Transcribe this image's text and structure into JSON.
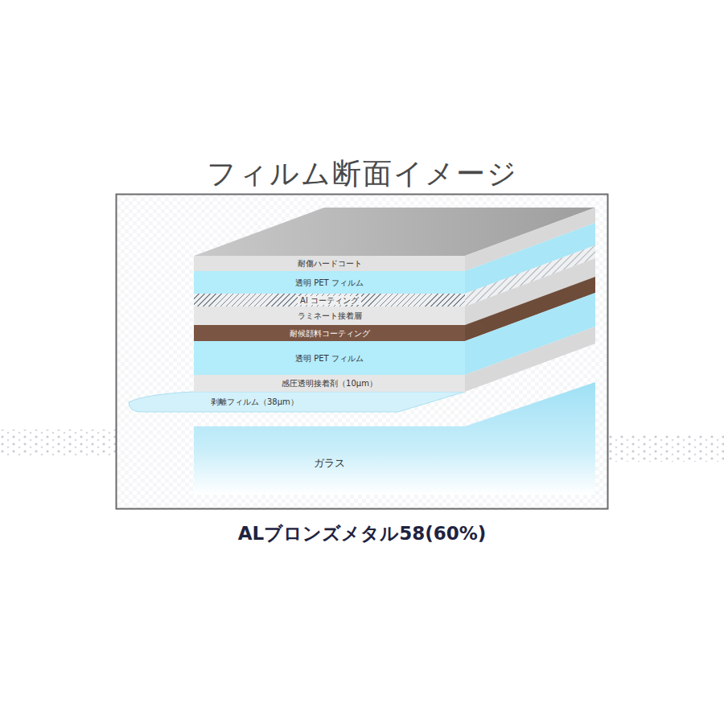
{
  "diagram": {
    "title": "フィルム断面イメージ",
    "caption": "ALブロンズメタル58(60%)",
    "nodes": [
      {
        "text": [
          "耐傷ハードコート"
        ]
      },
      {
        "text": [
          "透明 PET フィルム"
        ]
      },
      {
        "text": [
          "Al コーティング"
        ]
      },
      {
        "text": [
          "ラミネート接着層"
        ]
      },
      {
        "text": [
          "耐候顔料コーティング"
        ]
      },
      {
        "text": [
          "透明 PET フィルム"
        ]
      },
      {
        "text": [
          "感圧透明接着剤（10μm）"
        ]
      },
      {
        "text": [
          "剥離フィルム（38μm）"
        ]
      },
      {
        "text": [
          "ガラス"
        ]
      }
    ]
  }
}
